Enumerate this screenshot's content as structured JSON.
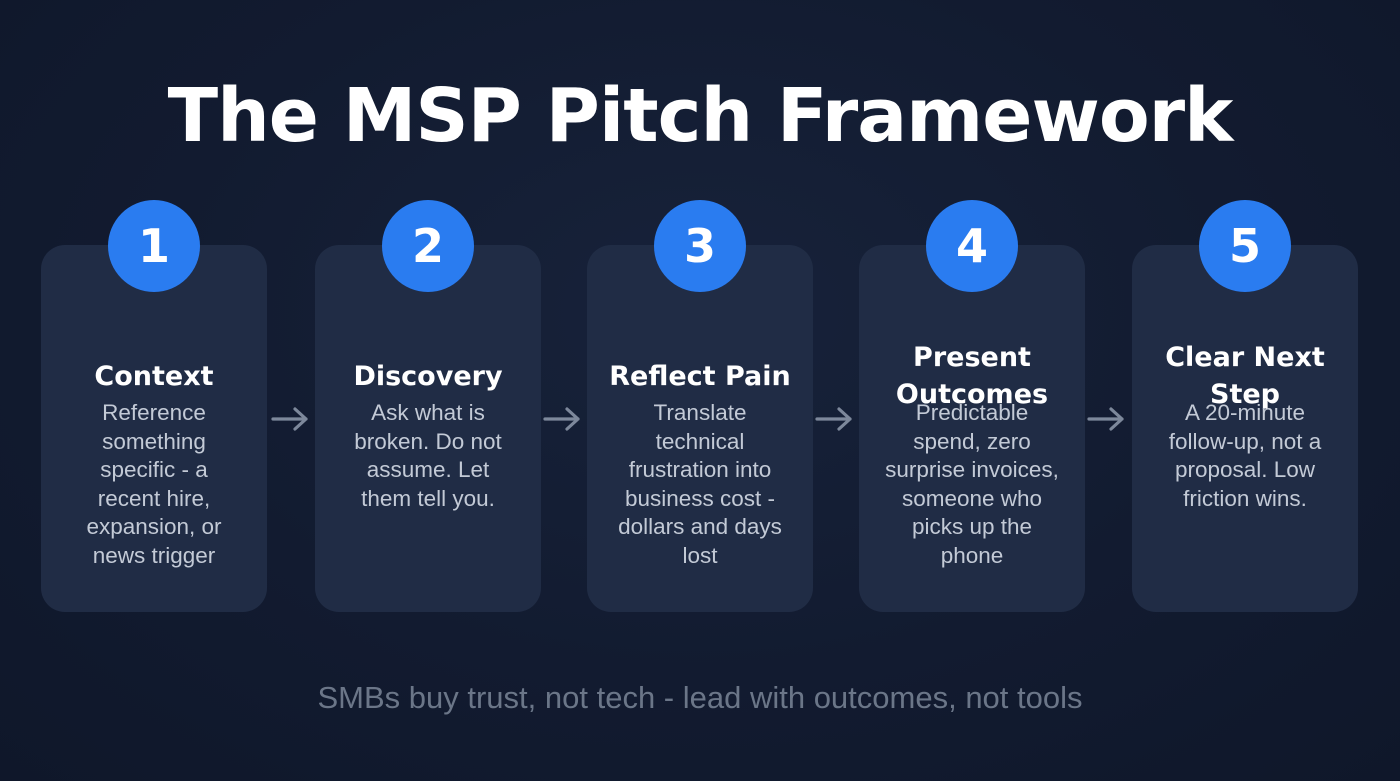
{
  "title": "The MSP Pitch Framework",
  "colors": {
    "background": "#121b30",
    "card": "#202c45",
    "badge": "#2a7cf0",
    "title_text": "#ffffff",
    "body_text": "#c3cad6",
    "footer_text": "#6b7688",
    "arrow": "#7d889b"
  },
  "steps": [
    {
      "number": "1",
      "title_lines": [
        "Context"
      ],
      "description_lines": [
        "Reference",
        "something",
        "specific - a",
        "recent hire,",
        "expansion, or",
        "news trigger"
      ]
    },
    {
      "number": "2",
      "title_lines": [
        "Discovery"
      ],
      "description_lines": [
        "Ask what is",
        "broken. Do not",
        "assume. Let",
        "them tell you."
      ]
    },
    {
      "number": "3",
      "title_lines": [
        "Reflect Pain"
      ],
      "description_lines": [
        "Translate",
        "technical",
        "frustration into",
        "business cost -",
        "dollars and days",
        "lost"
      ]
    },
    {
      "number": "4",
      "title_lines": [
        "Present",
        "Outcomes"
      ],
      "description_lines": [
        "Predictable",
        "spend, zero",
        "surprise invoices,",
        "someone who",
        "picks up the",
        "phone"
      ]
    },
    {
      "number": "5",
      "title_lines": [
        "Clear Next",
        "Step"
      ],
      "description_lines": [
        "A 20-minute",
        "follow-up, not a",
        "proposal. Low",
        "friction wins."
      ]
    }
  ],
  "arrow_icon": "arrow-right-icon",
  "footer": "SMBs buy trust, not tech - lead with outcomes, not tools"
}
